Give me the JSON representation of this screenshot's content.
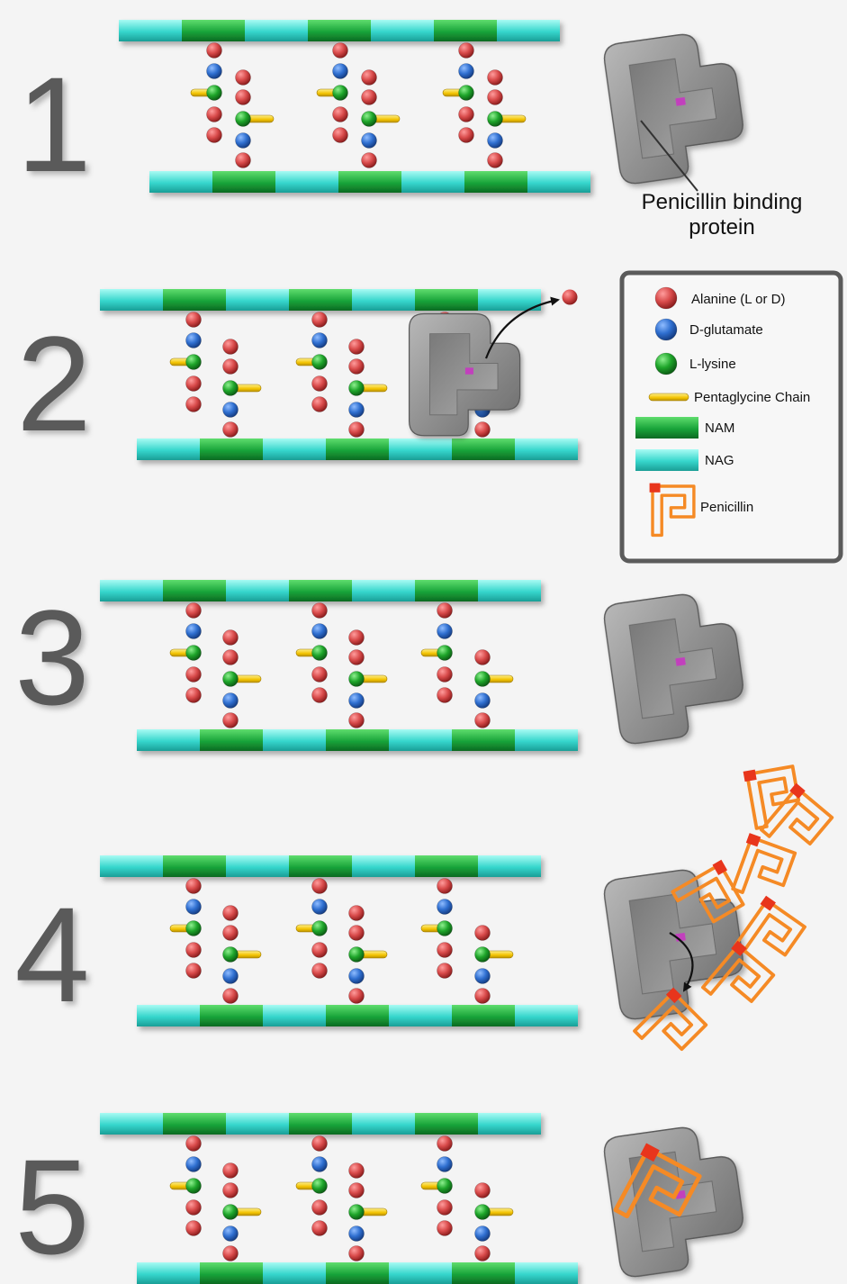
{
  "steps": [
    {
      "number": "1",
      "pbp": "free",
      "cleaved": false,
      "penicillin_free": false,
      "penicillin_bound": false,
      "callout": true
    },
    {
      "number": "2",
      "pbp": "acting",
      "cleaved": false,
      "penicillin_free": false,
      "penicillin_bound": false,
      "callout": false
    },
    {
      "number": "3",
      "pbp": "free",
      "cleaved": true,
      "penicillin_free": false,
      "penicillin_bound": false,
      "callout": false
    },
    {
      "number": "4",
      "pbp": "free",
      "cleaved": true,
      "penicillin_free": true,
      "penicillin_bound": false,
      "callout": false
    },
    {
      "number": "5",
      "pbp": "free",
      "cleaved": true,
      "penicillin_free": false,
      "penicillin_bound": true,
      "callout": false
    }
  ],
  "callout": {
    "line1": "Penicillin binding",
    "line2": "protein"
  },
  "legend": {
    "items": [
      {
        "label": "Alanine (L or D)",
        "icon": "alanine-icon",
        "color": "#d84a4a"
      },
      {
        "label": "D-glutamate",
        "icon": "d-glutamate-icon",
        "color": "#2f6fd0"
      },
      {
        "label": "L-lysine",
        "icon": "l-lysine-icon",
        "color": "#1ea52a"
      },
      {
        "label": "Pentaglycine Chain",
        "icon": "pentaglycine-chain-icon",
        "color": "#f2c200"
      },
      {
        "label": "NAM",
        "icon": "nam-icon",
        "color": "#19a43a"
      },
      {
        "label": "NAG",
        "icon": "nag-icon",
        "color": "#36d6cc"
      },
      {
        "label": "Penicillin",
        "icon": "penicillin-icon",
        "color": "#f58a25"
      }
    ]
  },
  "colors": {
    "alanine": "#d84a4a",
    "glutamate": "#2f6fd0",
    "lysine": "#1ea52a",
    "pentaglycine": "#f2c200",
    "nam": "#19a43a",
    "nag": "#36d6cc",
    "penicillin": "#f58a25",
    "penicillin_tip": "#e8351c",
    "protein": "#8a8a8a",
    "active_site": "#c23fbd",
    "step_number": "#5a5a5a"
  }
}
